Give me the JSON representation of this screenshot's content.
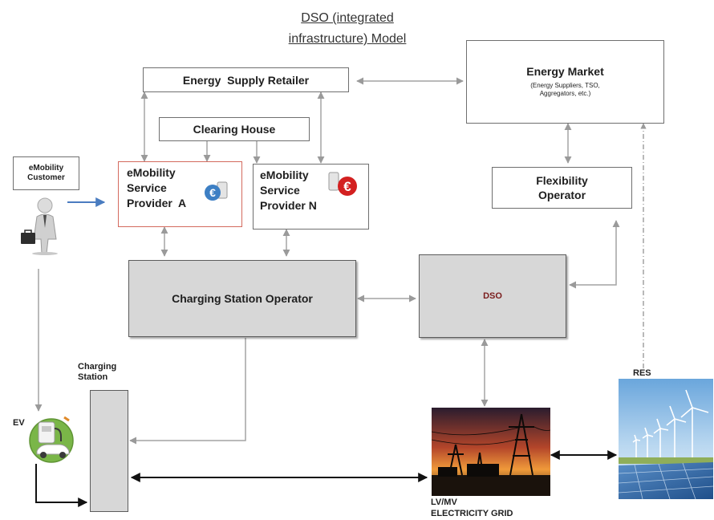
{
  "title": {
    "line1": "DSO (integrated",
    "line2": "infrastructure) Model"
  },
  "boxes": {
    "energy_supply_retailer": "Energy  Supply Retailer",
    "energy_market": "Energy Market",
    "energy_market_sub": "(Energy Suppliers, TSO, Aggregators, etc.)",
    "clearing_house": "Clearing House",
    "emobility_customer": "eMobility Customer",
    "esp_a": {
      "line1": "eMobility",
      "line2": "Service",
      "line3": "Provider  A"
    },
    "esp_n": {
      "line1": "eMobility",
      "line2": "Service",
      "line3": "Provider N"
    },
    "flexibility_operator": {
      "line1": "Flexibility",
      "line2": "Operator"
    },
    "cso": "Charging Station Operator",
    "dso": "DSO"
  },
  "labels": {
    "charging_station": {
      "line1": "Charging",
      "line2": "Station"
    },
    "ev": "EV",
    "res": "RES",
    "grid": {
      "line1": "LV/MV",
      "line2": "ELECTRICITY GRID"
    }
  },
  "icons": [
    "euro-badge-blue-icon",
    "euro-badge-red-icon",
    "businessman-icon",
    "ev-charging-icon",
    "power-grid-image",
    "wind-solar-image"
  ],
  "colors": {
    "esp_a_border": "#d46a5e",
    "customer_arrow": "#4a7cc0",
    "euro_blue": "#3d7fc4",
    "euro_red": "#d32020",
    "ev_green": "#7ab648"
  }
}
